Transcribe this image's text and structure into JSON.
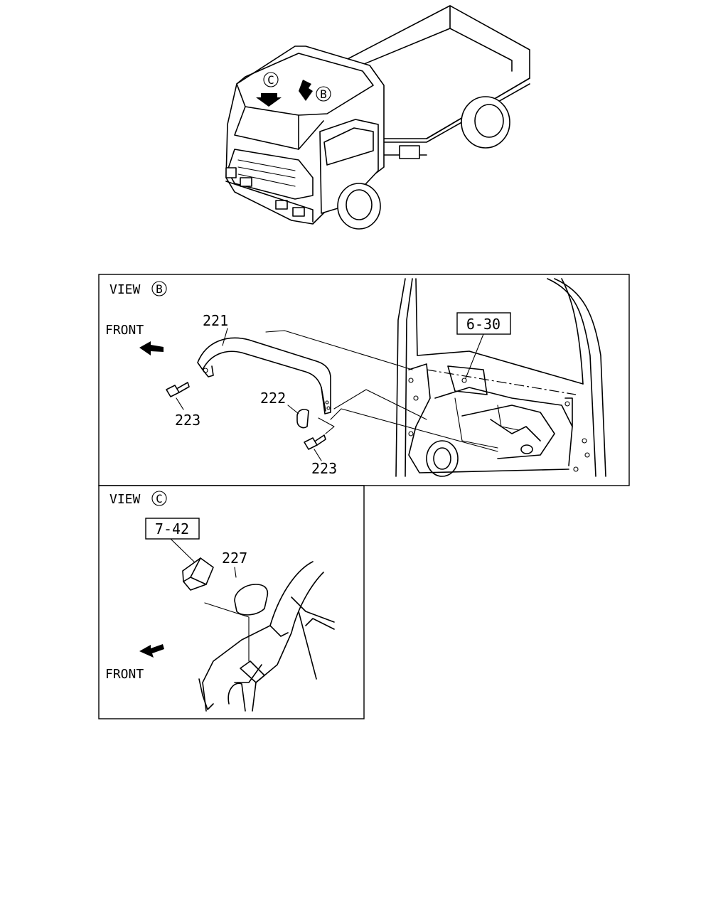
{
  "overview": {
    "callouts": [
      {
        "id": "view-c-marker",
        "letter": "C"
      },
      {
        "id": "view-b-marker",
        "letter": "B"
      }
    ]
  },
  "view_b": {
    "title": "VIEW",
    "letter": "B",
    "front_label": "FRONT",
    "ref_box": "6-30",
    "parts": [
      {
        "part": "221"
      },
      {
        "part": "222"
      },
      {
        "part": "223"
      },
      {
        "part": "223"
      }
    ]
  },
  "view_c": {
    "title": "VIEW",
    "letter": "C",
    "front_label": "FRONT",
    "ref_box": "7-42",
    "parts": [
      {
        "part": "227"
      }
    ]
  }
}
